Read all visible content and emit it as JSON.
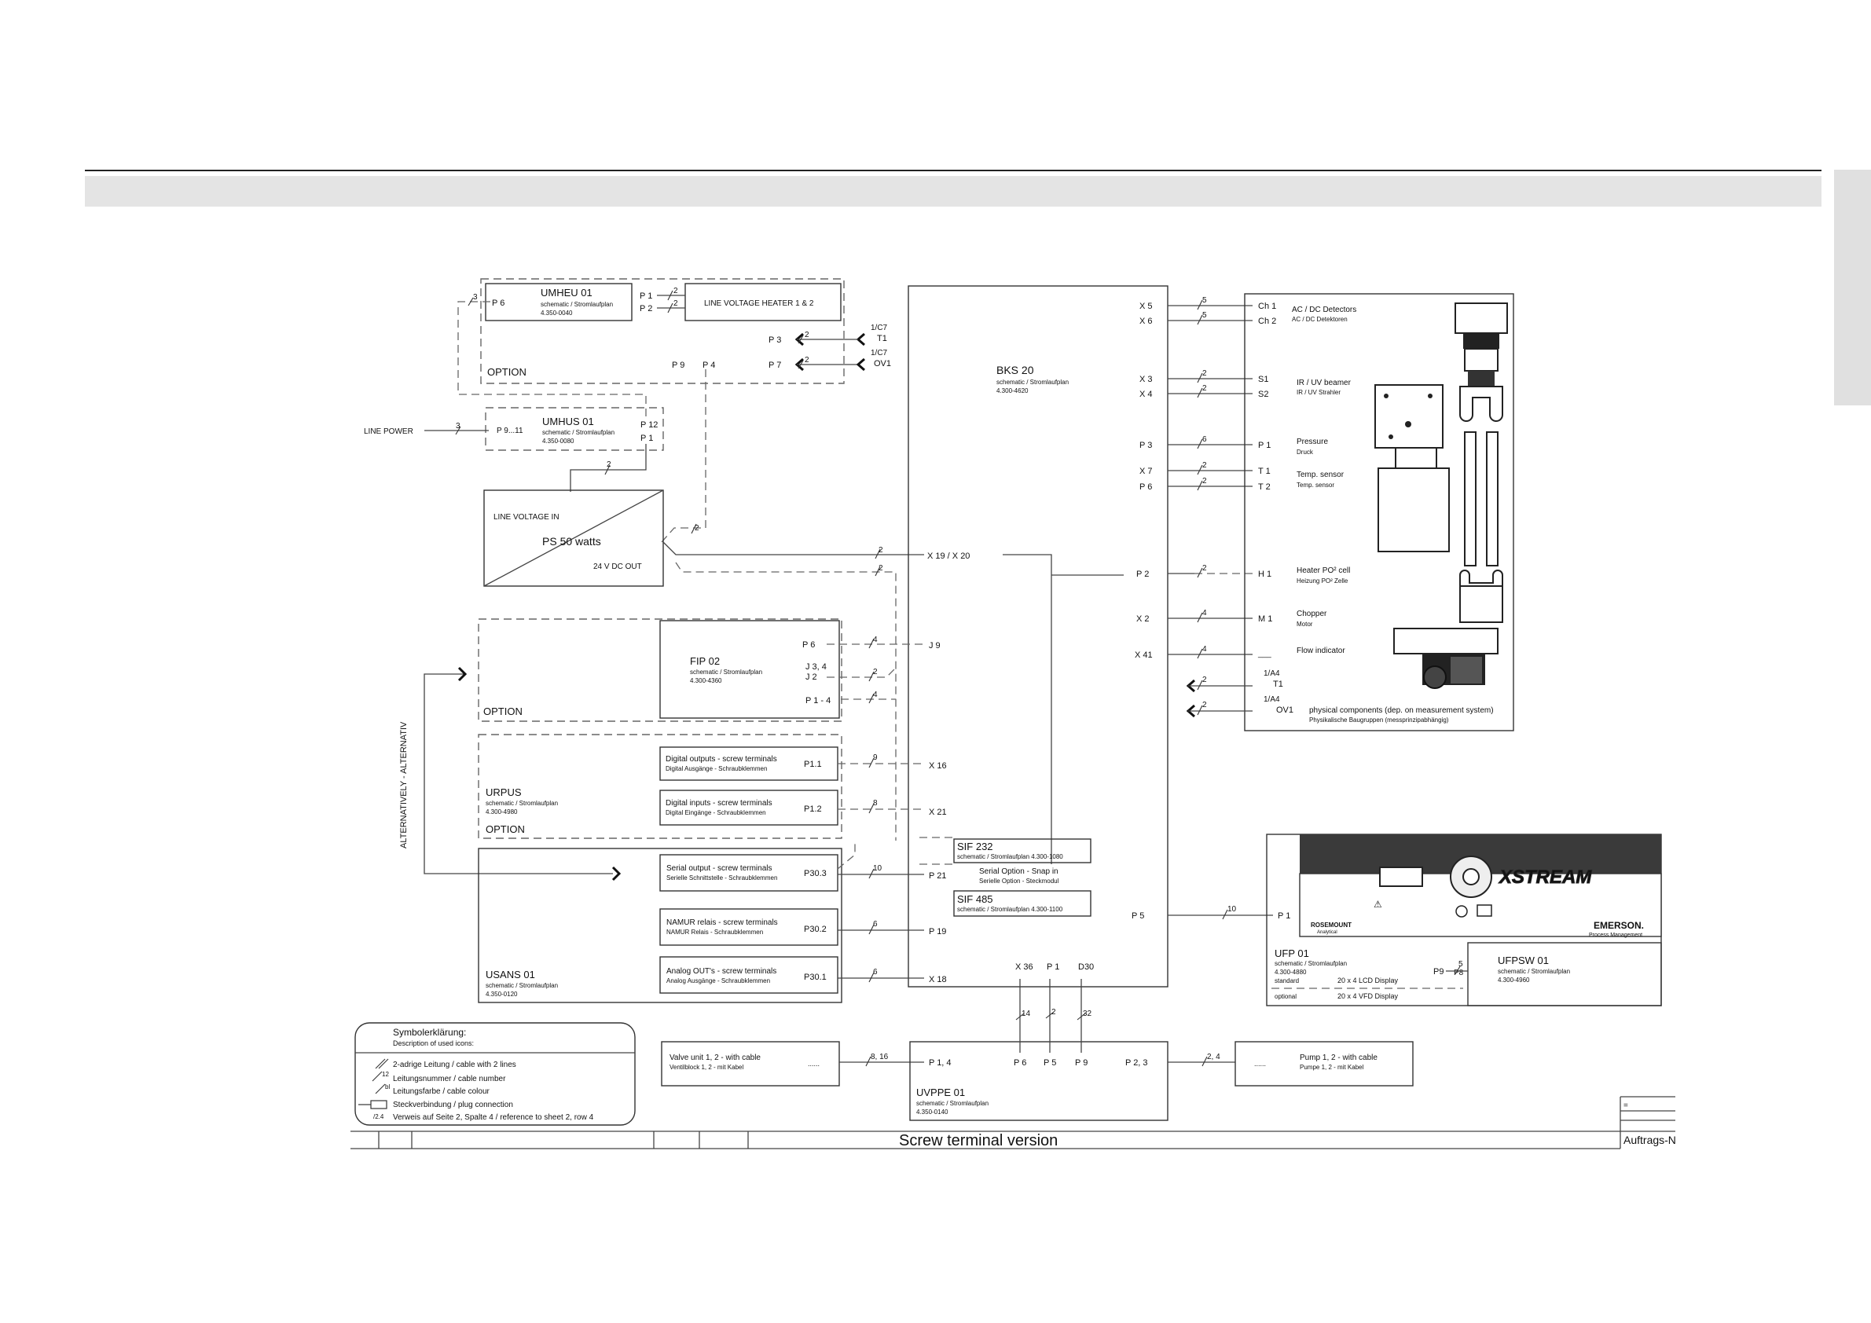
{
  "umheu": {
    "name": "UMHEU 01",
    "sub": "schematic / Stromlaufplan",
    "num": "4.350-0040",
    "p6": "P 6",
    "p1": "P 1",
    "p2": "P 2",
    "p9": "P 9",
    "p4": "P 4",
    "option": "OPTION"
  },
  "heater": {
    "label": "LINE VOLTAGE HEATER 1 & 2"
  },
  "p3t1": {
    "p": "P 3",
    "ref": "1/C7",
    "t": "T1"
  },
  "p7ov1": {
    "p": "P 7",
    "ref": "1/C7",
    "t": "OV1"
  },
  "umhus": {
    "name": "UMHUS 01",
    "sub": "schematic / Stromlaufplan",
    "num": "4.350-0080",
    "pin": "P 9...11",
    "p12": "P 12",
    "p1": "P 1"
  },
  "line_power": "LINE POWER",
  "ps": {
    "in": "LINE VOLTAGE IN",
    "name": "PS  50  watts",
    "out": "24 V DC OUT"
  },
  "bks": {
    "name": "BKS 20",
    "sub": "schematic / Stromlaufplan",
    "num": "4.300-4620",
    "x1920": "X 19 / X 20",
    "j9": "J 9",
    "x16": "X 16",
    "x21": "X 21",
    "p21": "P 21",
    "p19": "P 19",
    "x18": "X 18",
    "x36": "X 36",
    "p1": "P 1",
    "d30": "D30",
    "p5": "P 5"
  },
  "bks_right": [
    {
      "pin": "X 5",
      "n": "5",
      "end": "Ch 1",
      "l1": "AC / DC Detectors",
      "l2": "AC / DC Detektoren"
    },
    {
      "pin": "X 6",
      "n": "5",
      "end": "Ch 2",
      "l1": "",
      "l2": ""
    },
    {
      "pin": "X 3",
      "n": "2",
      "end": "S1",
      "l1": "IR / UV beamer",
      "l2": "IR / UV Strahler"
    },
    {
      "pin": "X 4",
      "n": "2",
      "end": "S2",
      "l1": "",
      "l2": ""
    },
    {
      "pin": "P 3",
      "n": "6",
      "end": "P 1",
      "l1": "Pressure",
      "l2": "Druck"
    },
    {
      "pin": "X 7",
      "n": "2",
      "end": "T 1",
      "l1": "Temp. sensor",
      "l2": "Temp. sensor"
    },
    {
      "pin": "P 6",
      "n": "2",
      "end": "T 2",
      "l1": "",
      "l2": ""
    },
    {
      "pin": "P 2",
      "n": "2",
      "end": "H 1",
      "l1": "Heater PO² cell",
      "l2": "Heizung PO² Zelle"
    },
    {
      "pin": "X 2",
      "n": "4",
      "end": "M 1",
      "l1": "Chopper",
      "l2": "Motor"
    },
    {
      "pin": "X 41",
      "n": "4",
      "end": "___",
      "l1": "Flow indicator",
      "l2": ""
    }
  ],
  "phys": {
    "t1ref": "1/A4",
    "t1": "T1",
    "ov1ref": "1/A4",
    "ov1": "OV1",
    "l1": "physical components (dep. on measurement system)",
    "l2": "Physikalische Baugruppen (messprinzipabhängig)"
  },
  "fip": {
    "name": "FIP 02",
    "sub": "schematic / Stromlaufplan",
    "num": "4.300-4360",
    "p6": "P 6",
    "j34": "J 3, 4",
    "j2": "J 2",
    "p14": "P 1 - 4",
    "option": "OPTION"
  },
  "alt": "ALTERNATIVELY - ALTERNATIV",
  "urpus": {
    "name": "URPUS",
    "sub": "schematic / Stromlaufplan",
    "num": "4.300-4980",
    "option": "OPTION",
    "do1": "Digital outputs - screw terminals",
    "do2": "Digital Ausgänge - Schraubklemmen",
    "p11": "P1.1",
    "di1": "Digital inputs - screw terminals",
    "di2": "Digital Eingänge - Schraubklemmen",
    "p12": "P1.2"
  },
  "usans": {
    "name": "USANS 01",
    "sub": "schematic / Stromlaufplan",
    "num": "4.350-0120",
    "so1": "Serial output - screw terminals",
    "so2": "Serielle Schnittstelle - Schraubklemmen",
    "p303": "P30.3",
    "nr1": "NAMUR relais - screw terminals",
    "nr2": "NAMUR Relais - Schraubklemmen",
    "p302": "P30.2",
    "ao1": "Analog OUT's - screw terminals",
    "ao2": "Analog Ausgänge - Schraubklemmen",
    "p301": "P30.1"
  },
  "sif": {
    "s232": "SIF 232",
    "s232sub": "schematic / Stromlaufplan   4.300-1080",
    "opt1": "Serial Option - Snap in",
    "opt2": "Serielle Option - Steckmodul",
    "s485": "SIF 485",
    "s485sub": "schematic / Stromlaufplan   4.300-1100"
  },
  "wires": {
    "w3a": "3",
    "w3b": "3",
    "w2ps": "2",
    "w2a": "2",
    "w2b": "2",
    "w2c": "2",
    "w2d": "2",
    "w2e": "2",
    "w2f": "2",
    "w4a": "4",
    "w2g": "2",
    "w4b": "4",
    "w9": "9",
    "w8": "8",
    "w10": "10",
    "w6a": "6",
    "w6b": "6",
    "w14": "14",
    "w2h": "2",
    "w32": "32",
    "w816": "8, 16",
    "w24": "2, 4",
    "w10b": "10",
    "w5": "5"
  },
  "ufp": {
    "brand": "XSTREAM",
    "rose1": "ROSEMOUNT",
    "rose2": "Analytical",
    "emerson1": "EMERSON.",
    "emerson2": "Process Management",
    "name": "UFP 01",
    "sub": "schematic / Stromlaufplan",
    "num": "4.300-4880",
    "standard": "standard",
    "lcd": "20 x 4 LCD Display",
    "optional": "optional",
    "vfd": "20 x 4 VFD Display",
    "p9": "P9",
    "p8": "P8",
    "p1": "P 1",
    "sw": "UFPSW 01",
    "swsub": "schematic / Stromlaufplan",
    "swnum": "4.300-4960"
  },
  "legend": {
    "title": "Symbolerklärung:",
    "sub": "Description of used icons:",
    "i1": "2-adrige Leitung / cable with 2 lines",
    "i2": "Leitungsnummer / cable number",
    "i3": "Leitungsfarbe / cable colour",
    "i4": "Steckverbindung / plug connection",
    "i5": "Verweis auf Seite 2, Spalte 4 / reference to sheet 2, row 4",
    "s2": "12",
    "s3": "bl",
    "s5": "/2.4"
  },
  "valve": {
    "l1": "Valve unit 1, 2 - with cable",
    "l2": "Ventilblock 1, 2 - mit Kabel",
    "dots": "......"
  },
  "uvppe": {
    "name": "UVPPE 01",
    "sub": "schematic / Stromlaufplan",
    "num": "4.350-0140",
    "p14": "P 1, 4",
    "p6": "P 6",
    "p5": "P 5",
    "p9": "P 9",
    "p23": "P 2, 3"
  },
  "pump": {
    "l1": "Pump 1, 2 - with cable",
    "l2": "Pumpe 1, 2 - mit Kabel",
    "dots": "......"
  },
  "footer": {
    "title": "Screw terminal version",
    "order": "Auftrags-N",
    "eq": "="
  }
}
